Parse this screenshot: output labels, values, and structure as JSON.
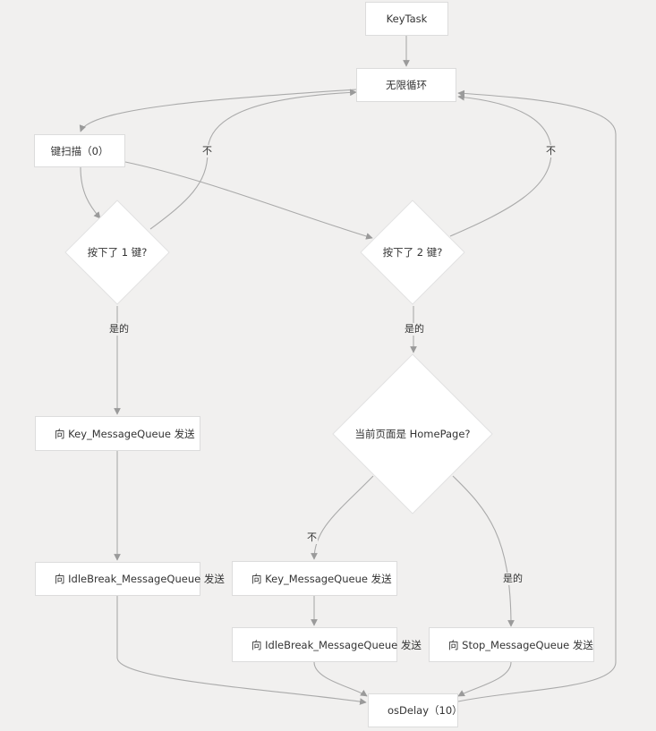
{
  "nodes": {
    "key_task": "KeyTask",
    "infinite_loop": "无限循环",
    "key_scan": "键扫描（0）",
    "key1_pressed": "按下了 1 键?",
    "key2_pressed": "按下了 2 键?",
    "send_key_mq_left": "向 Key_MessageQueue 发送",
    "send_idle_mq_left": "向 IdleBreak_MessageQueue 发送",
    "is_homepage": "当前页面是 HomePage?",
    "send_key_mq_mid": "向 Key_MessageQueue 发送",
    "send_idle_mq_mid": "向 IdleBreak_MessageQueue 发送",
    "send_stop_mq": "向 Stop_MessageQueue 发送",
    "os_delay": "osDelay（10）"
  },
  "edge_labels": {
    "no_key1": "不",
    "no_key2": "不",
    "yes_key1": "是的",
    "yes_key2": "是的",
    "no_home": "不",
    "yes_home": "是的"
  }
}
